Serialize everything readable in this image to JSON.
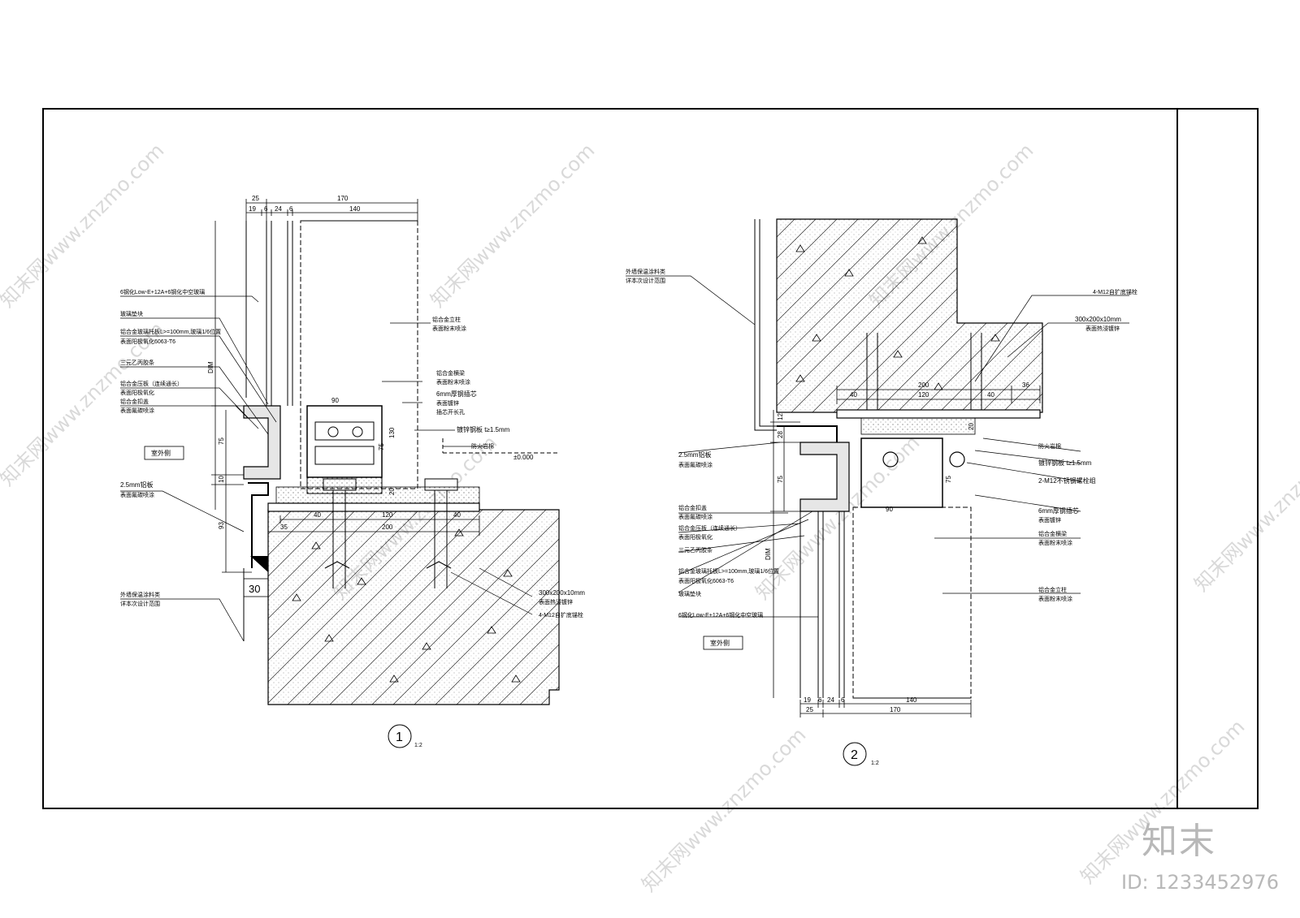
{
  "watermark": {
    "site": "知末网www.znzmo.com",
    "brand": "知末",
    "id_text": "ID: 1233452976"
  },
  "detail1": {
    "number": "①",
    "scale": "1:2",
    "outdoor": "室外侧",
    "callouts": [
      "6钢化Low-E+12A+6钢化中空玻璃",
      "玻璃垫块",
      "铝合金玻璃托板L>=100mm,玻璃1/6位置",
      "表面阳极氧化6063-T6",
      "三元乙丙胶条",
      "铝合金压板（连续通长）",
      "表面阳极氧化",
      "铝合金扣盖",
      "表面氟碳喷涂",
      "2.5mm铝板",
      "表面氟碳喷涂",
      "外墙保温涂料类",
      "详本次设计范围"
    ],
    "right_callouts": [
      "铝合金立柱",
      "表面粉末喷涂",
      "铝合金横梁",
      "表面粉末喷涂",
      "6mm厚钢插芯",
      "表面镀锌",
      "插芯开长孔",
      "镀锌钢板 t≥1.5mm",
      "防火岩棉",
      "±0.000",
      "300x200x10mm",
      "表面热浸镀锌",
      "4-M12自扩底锚栓"
    ],
    "dims_top": [
      "25",
      "170",
      "19",
      "6",
      "24",
      "6",
      "140"
    ],
    "dims_left": [
      "DIM",
      "75",
      "10",
      "93"
    ],
    "dims_mid": [
      "90",
      "130",
      "75",
      "20"
    ],
    "dims_bottom": [
      "40",
      "120",
      "40",
      "35",
      "200",
      "30"
    ]
  },
  "detail2": {
    "number": "②",
    "scale": "1:2",
    "outdoor": "室外侧",
    "left_callouts": [
      "外墙保温涂料类",
      "详本次设计范围",
      "2.5mm铝板",
      "表面氟碳喷涂",
      "铝合金扣盖",
      "表面氟碳喷涂",
      "铝合金压板（连续通长）",
      "表面阳极氧化",
      "三元乙丙胶条",
      "铝合金玻璃托板L>=100mm,玻璃1/6位置",
      "表面阳极氧化6063-T6",
      "玻璃垫块",
      "6钢化Low-E+12A+6钢化中空玻璃"
    ],
    "right_callouts": [
      "4-M12自扩底锚栓",
      "300x200x10mm",
      "表面热浸镀锌",
      "防火岩棉",
      "镀锌钢板 t≥1.5mm",
      "2-M12不锈钢螺栓组",
      "6mm厚钢插芯",
      "表面镀锌",
      "铝合金横梁",
      "表面粉末喷涂",
      "铝合金立柱",
      "表面粉末喷涂"
    ],
    "dims_top": [
      "200",
      "40",
      "120",
      "40",
      "36"
    ],
    "dims_left": [
      "12",
      "28",
      "75",
      "DIM"
    ],
    "dims_mid": [
      "20",
      "75",
      "90"
    ],
    "dims_bottom": [
      "19",
      "6",
      "24",
      "6",
      "140",
      "25",
      "170"
    ]
  }
}
